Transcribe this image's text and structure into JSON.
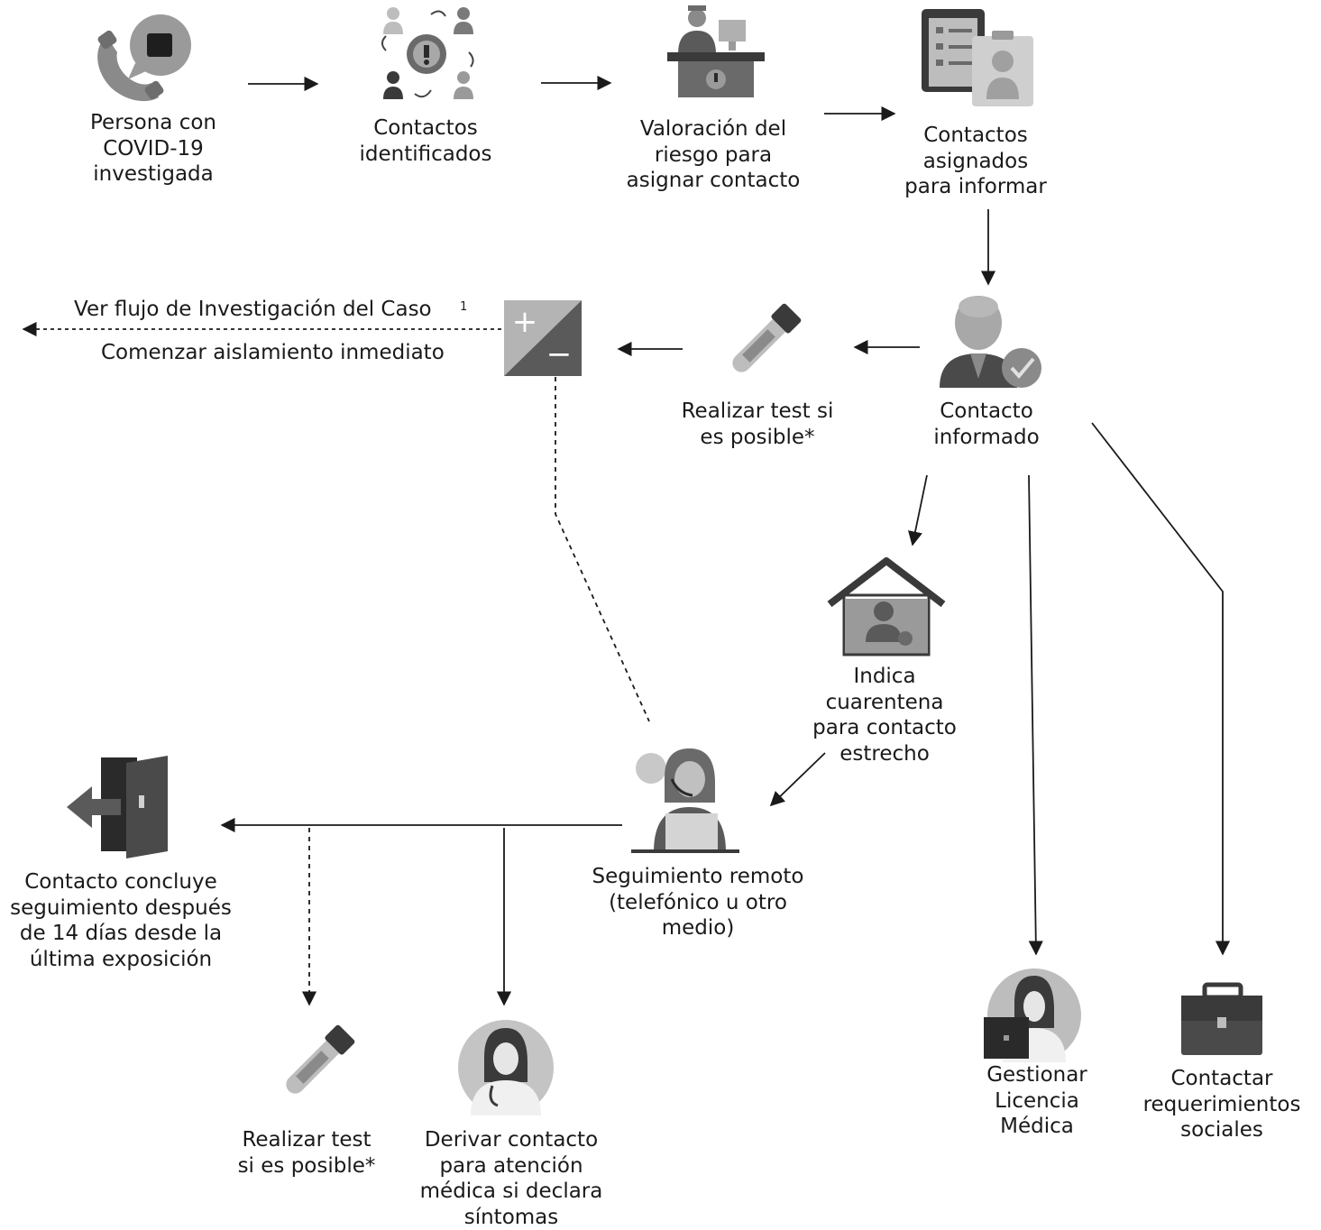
{
  "nodes": {
    "persona": {
      "lines": [
        "Persona con",
        "COVID-19",
        "investigada"
      ]
    },
    "identificados": {
      "lines": [
        "Contactos",
        "identificados"
      ]
    },
    "valoracion": {
      "lines": [
        "Valoración del",
        "riesgo para",
        "asignar contacto"
      ]
    },
    "asignados": {
      "lines": [
        "Contactos",
        "asignados",
        "para informar"
      ]
    },
    "informado": {
      "lines": [
        "Contacto",
        "informado"
      ]
    },
    "test_top": {
      "lines": [
        "Realizar test si",
        "es posible*"
      ]
    },
    "cuarentena": {
      "lines": [
        "Indica",
        "cuarentena",
        "para contacto",
        "estrecho"
      ]
    },
    "seguimiento": {
      "lines": [
        "Seguimiento remoto",
        "(telefónico u otro",
        "medio)"
      ]
    },
    "concluye": {
      "lines": [
        "Contacto concluye",
        "seguimiento después",
        "de 14 días desde la",
        "última exposición"
      ]
    },
    "test_bottom": {
      "lines": [
        "Realizar test",
        "si es posible*"
      ]
    },
    "derivar": {
      "lines": [
        "Derivar contacto",
        "para atención",
        "médica si declara",
        "síntomas"
      ]
    },
    "licencia": {
      "lines": [
        "Gestionar",
        "Licencia",
        "Médica"
      ]
    },
    "sociales": {
      "lines": [
        "Contactar",
        "requerimientos",
        "sociales"
      ]
    }
  },
  "result_box": {
    "flow_text": "Ver flujo de Investigación del Caso",
    "footnote": "1",
    "isolation_text": "Comenzar aislamiento inmediato",
    "plus": "+",
    "minus": "−"
  },
  "colors": {
    "icon_dark": "#4a4a4a",
    "icon_mid": "#8a8a8a",
    "icon_light": "#c8c8c8",
    "line": "#1a1a1a"
  },
  "icons": [
    "phone-chat-icon",
    "contacts-network-icon",
    "reception-desk-icon",
    "clipboard-badge-icon",
    "person-check-icon",
    "test-tube-icon",
    "plus-minus-result-icon",
    "home-quarantine-icon",
    "headset-operator-icon",
    "exit-door-icon",
    "doctor-icon",
    "doctor-license-icon",
    "briefcase-icon"
  ]
}
